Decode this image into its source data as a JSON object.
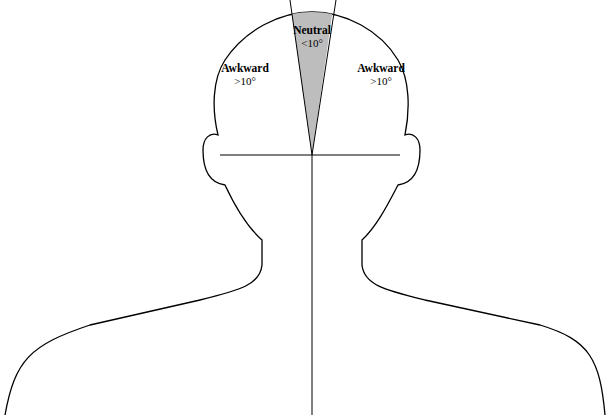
{
  "diagram": {
    "nodes": [
      {
        "text": [
          "Neutral",
          "<10°"
        ]
      }
    ],
    "labels": [
      "Awkward",
      ">10°",
      "Awkward",
      ">10°"
    ]
  }
}
